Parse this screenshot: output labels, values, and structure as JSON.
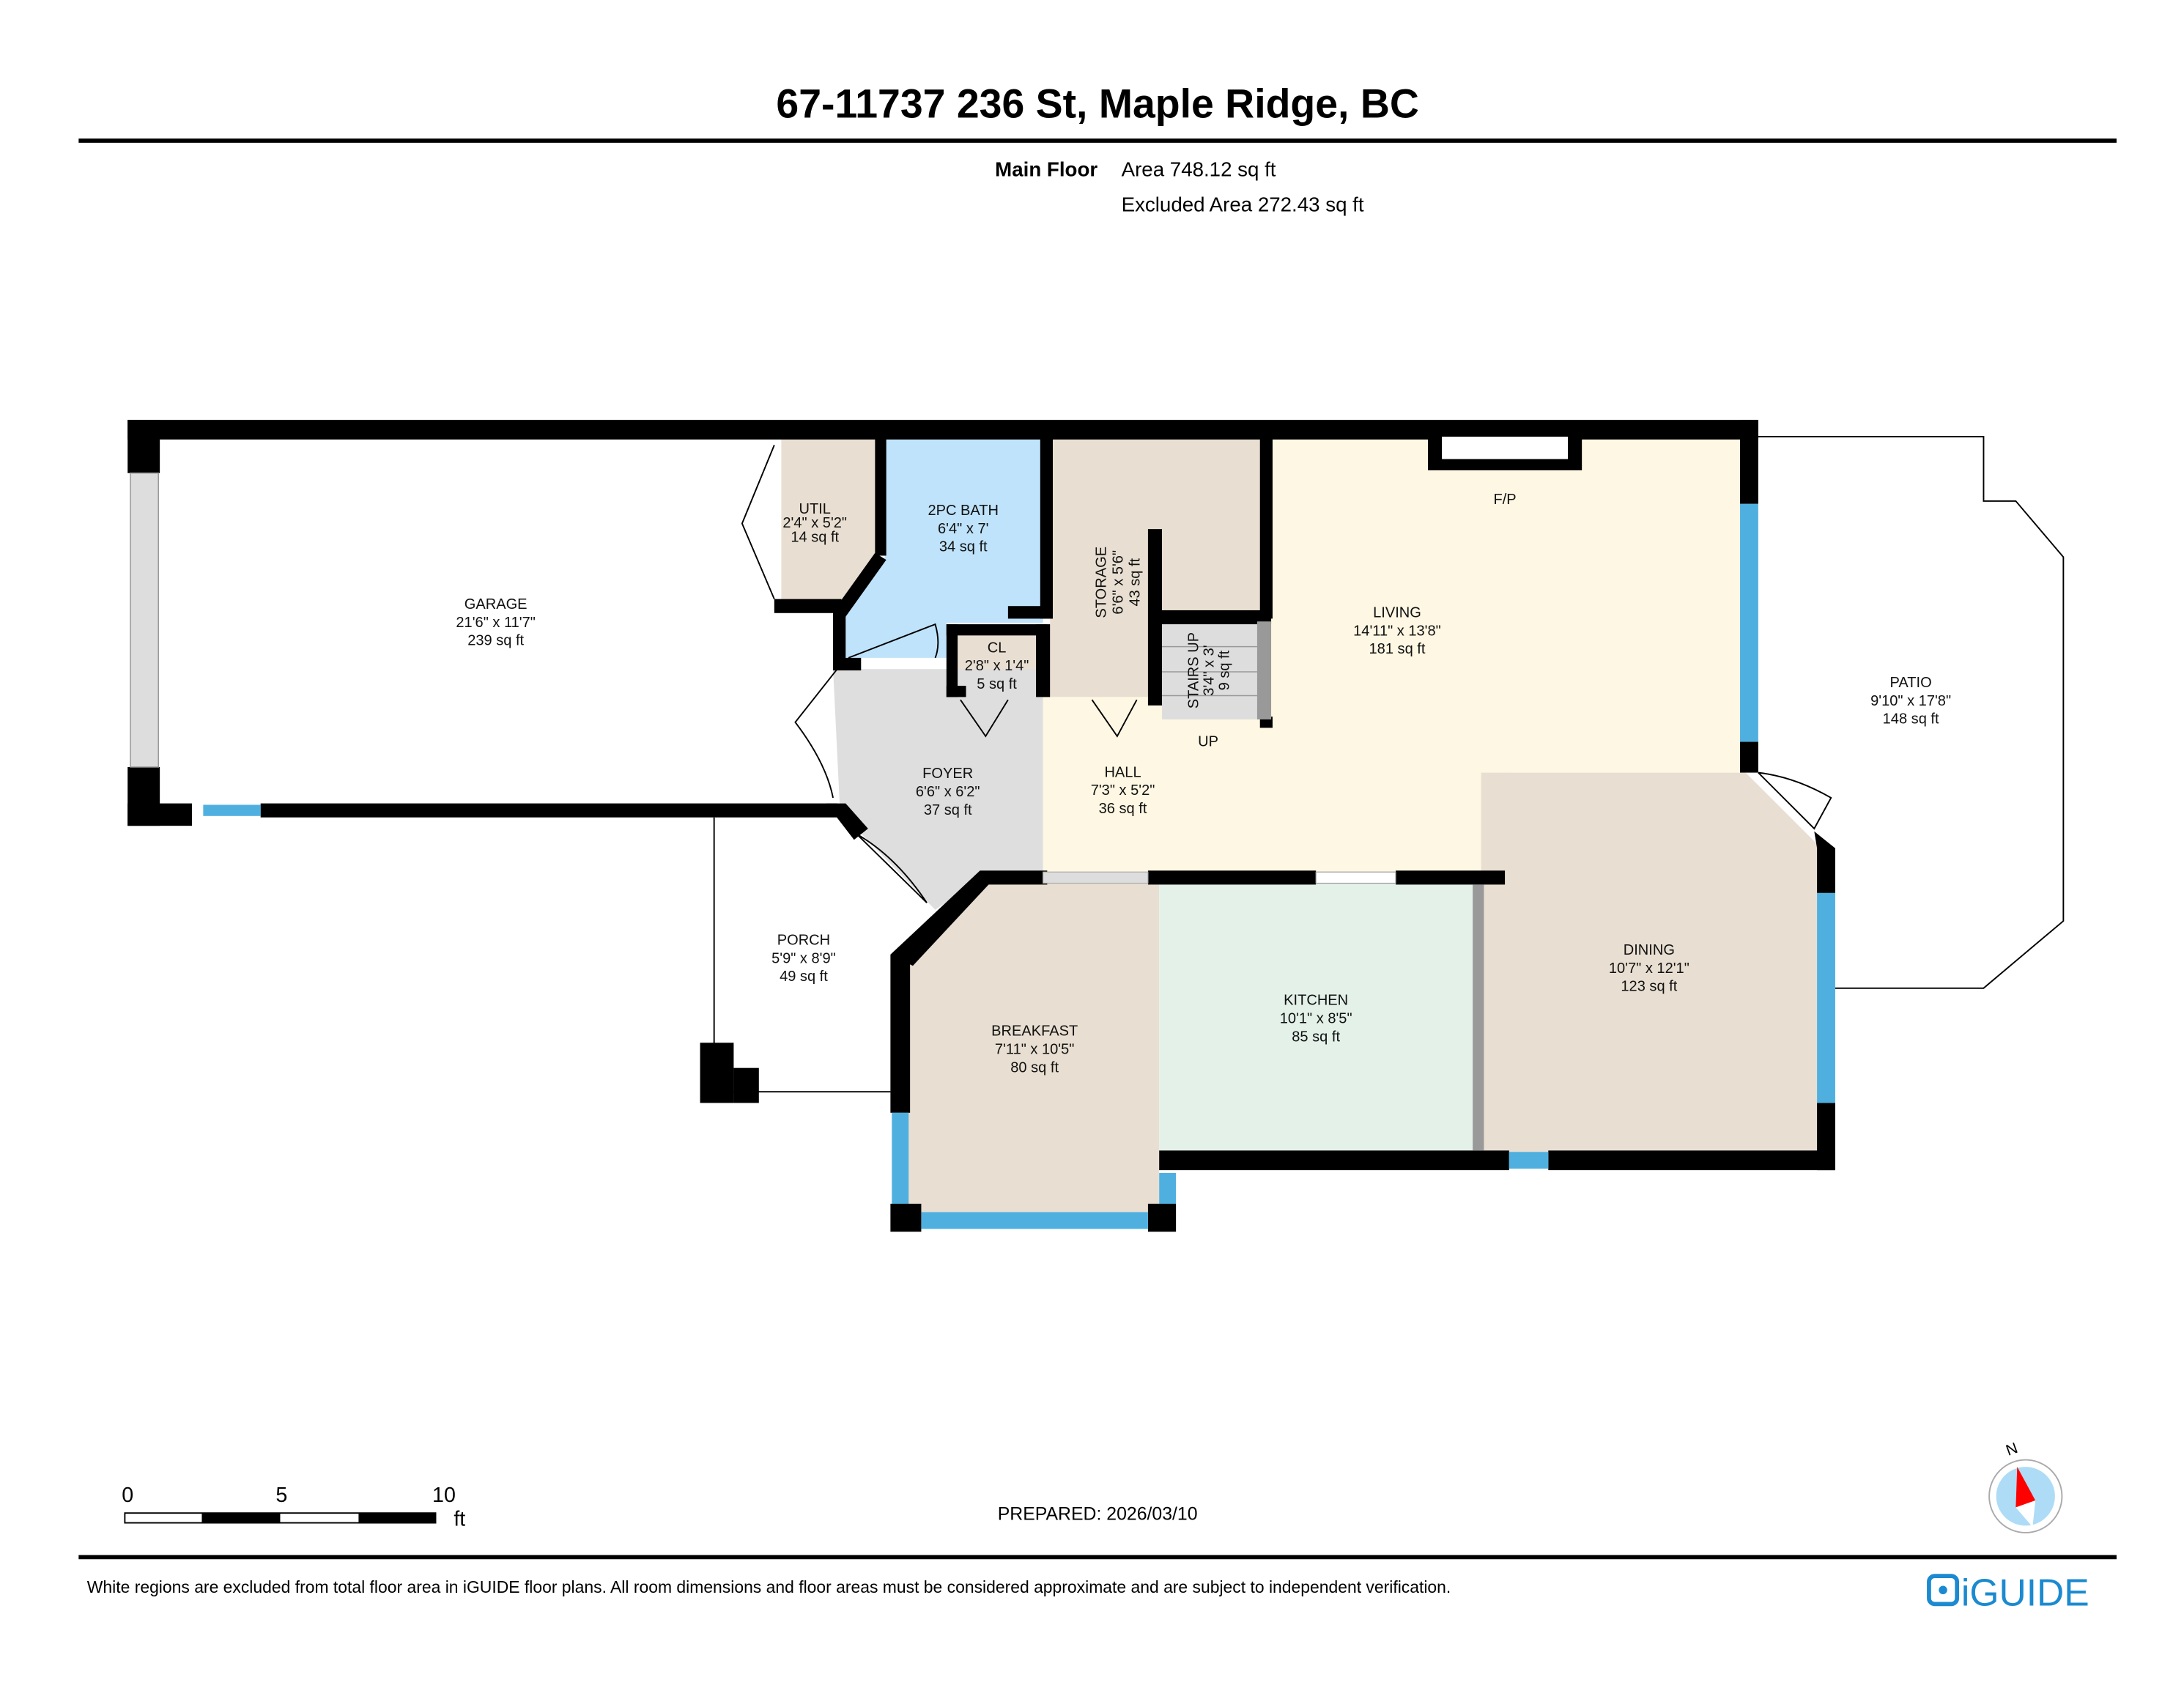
{
  "title": "67-11737 236 St, Maple Ridge, BC",
  "floor": {
    "name": "Main Floor",
    "area": "Area 748.12 sq ft",
    "excluded": "Excluded Area 272.43 sq ft"
  },
  "rooms": {
    "garage": {
      "name": "GARAGE",
      "dims": "21'6\" x 11'7\"",
      "area": "239 sq ft"
    },
    "util": {
      "name": "UTIL",
      "dims": "2'4\" x 5'2\"",
      "area": "14 sq ft"
    },
    "bath": {
      "name": "2PC BATH",
      "dims": "6'4\" x 7'",
      "area": "34 sq ft"
    },
    "storage": {
      "name": "STORAGE",
      "dims": "6'6\" x 5'6\"",
      "area": "43 sq ft"
    },
    "closet": {
      "name": "CL",
      "dims": "2'8\" x 1'4\"",
      "area": "5 sq ft"
    },
    "stairs": {
      "name": "STAIRS UP",
      "dims": "3'4\" x 3'",
      "area": "9 sq ft"
    },
    "living": {
      "name": "LIVING",
      "dims": "14'11\" x 13'8\"",
      "area": "181 sq ft"
    },
    "fireplace": "F/P",
    "up": "UP",
    "foyer": {
      "name": "FOYER",
      "dims": "6'6\" x 6'2\"",
      "area": "37 sq ft"
    },
    "hall": {
      "name": "HALL",
      "dims": "7'3\" x 5'2\"",
      "area": "36 sq ft"
    },
    "patio": {
      "name": "PATIO",
      "dims": "9'10\" x 17'8\"",
      "area": "148 sq ft"
    },
    "porch": {
      "name": "PORCH",
      "dims": "5'9\" x 8'9\"",
      "area": "49 sq ft"
    },
    "breakfast": {
      "name": "BREAKFAST",
      "dims": "7'11\" x 10'5\"",
      "area": "80 sq ft"
    },
    "kitchen": {
      "name": "KITCHEN",
      "dims": "10'1\" x 8'5\"",
      "area": "85 sq ft"
    },
    "dining": {
      "name": "DINING",
      "dims": "10'7\" x 12'1\"",
      "area": "123 sq ft"
    }
  },
  "scale": {
    "t0": "0",
    "t5": "5",
    "t10": "10",
    "unit": "ft"
  },
  "prepared": "PREPARED: 2026/03/10",
  "compass": "N",
  "disclaimer": "White regions are excluded from total floor area in iGUIDE floor plans. All room dimensions and floor areas must be considered approximate and are subject to independent verification.",
  "logo": "iGUIDE",
  "colors": {
    "wall": "#000000",
    "window": "#4fb0e0",
    "bath": "#bfe3fb",
    "beige": "#e8dfd2",
    "living": "#fdf7e3",
    "kitchen": "#e3f1e9",
    "foyer": "#dedede",
    "logo": "#1b8ad0"
  }
}
